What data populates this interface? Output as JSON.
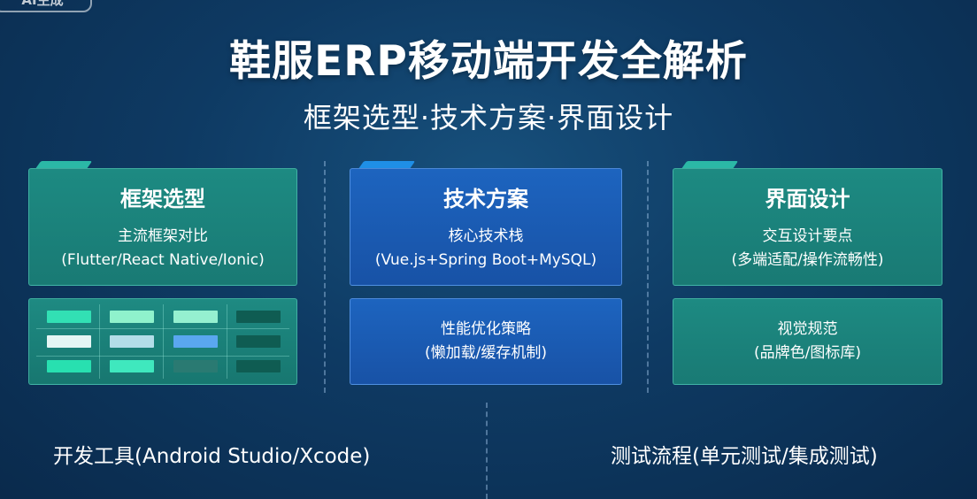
{
  "corner_badge": "AI生成",
  "header": {
    "title": "鞋服ERP移动端开发全解析",
    "subtitle": "框架选型·技术方案·界面设计"
  },
  "columns": [
    {
      "heading": "框架选型",
      "heading_sub": "主流框架对比",
      "heading_detail": "(Flutter/React Native/Ionic)"
    },
    {
      "heading": "技术方案",
      "heading_sub": "核心技术栈",
      "heading_detail": "(Vue.js+Spring Boot+MySQL)",
      "second_sub": "性能优化策略",
      "second_detail": "(懒加载/缓存机制)"
    },
    {
      "heading": "界面设计",
      "heading_sub": "交互设计要点",
      "heading_detail": "(多端适配/操作流畅性)",
      "second_sub": "视觉规范",
      "second_detail": "(品牌色/图标库)"
    }
  ],
  "grid_colors": [
    [
      "#32e0b4",
      "#8ff2cc",
      "#95f0d0",
      "#0f5c52"
    ],
    [
      "#e4f5f4",
      "#b3dde8",
      "#5aa7ef",
      "#0f5c52"
    ],
    [
      "#28e0b0",
      "#3fe8be",
      "#2a7a72",
      "#0f5c52"
    ]
  ],
  "footer": {
    "left": "开发工具(Android Studio/Xcode)",
    "right": "测试流程(单元测试/集成测试)"
  },
  "colors": {
    "teal_card": "#1d8a82",
    "blue_card": "#1d64bf",
    "background": "#0e3a63"
  }
}
